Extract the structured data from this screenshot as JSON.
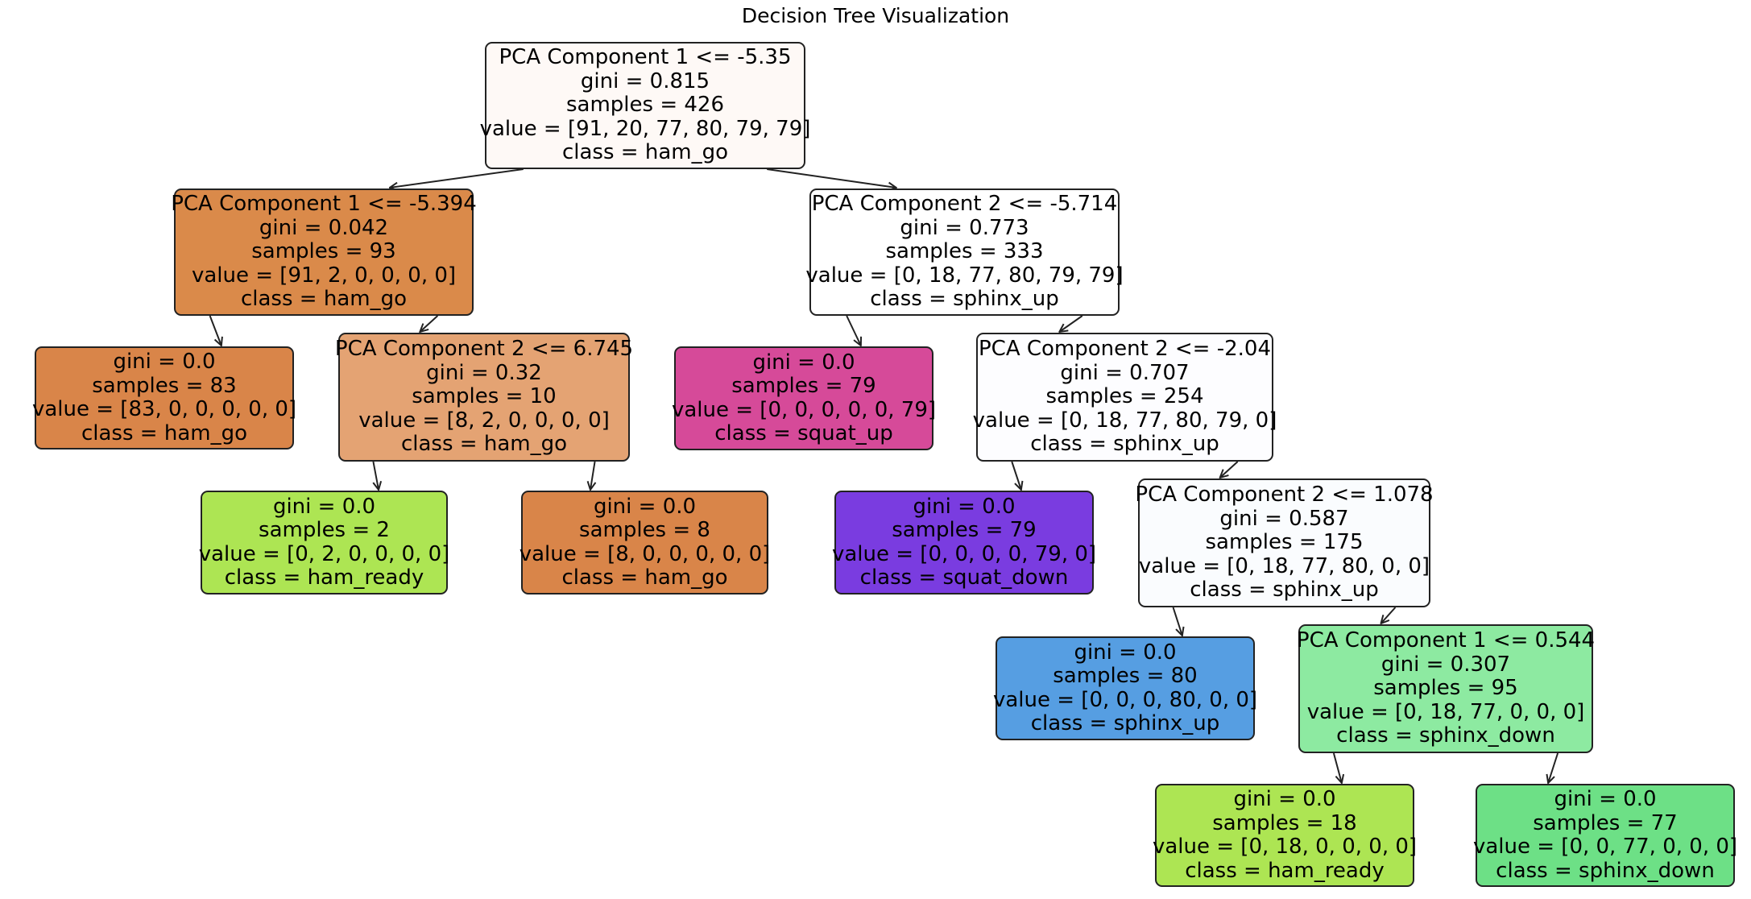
{
  "title": "Decision Tree Visualization",
  "nodes": [
    {
      "id": 0,
      "split": "PCA Component 1 <= -5.35",
      "gini": "gini = 0.815",
      "samples": "samples = 426",
      "value": "value = [91, 20, 77, 80, 79, 79]",
      "class": "class = ham_go",
      "fill": "#fef9f6"
    },
    {
      "id": 1,
      "split": "PCA Component 1 <= -5.394",
      "gini": "gini = 0.042",
      "samples": "samples = 93",
      "value": "value = [91, 2, 0, 0, 0, 0]",
      "class": "class = ham_go",
      "fill": "#da8a4a"
    },
    {
      "id": 2,
      "split": "",
      "gini": "gini = 0.0",
      "samples": "samples = 83",
      "value": "value = [83, 0, 0, 0, 0, 0]",
      "class": "class = ham_go",
      "fill": "#d98549"
    },
    {
      "id": 3,
      "split": "PCA Component 2 <= 6.745",
      "gini": "gini = 0.32",
      "samples": "samples = 10",
      "value": "value = [8, 2, 0, 0, 0, 0]",
      "class": "class = ham_go",
      "fill": "#e4a373"
    },
    {
      "id": 4,
      "split": "",
      "gini": "gini = 0.0",
      "samples": "samples = 2",
      "value": "value = [0, 2, 0, 0, 0, 0]",
      "class": "class = ham_ready",
      "fill": "#ade553"
    },
    {
      "id": 5,
      "split": "",
      "gini": "gini = 0.0",
      "samples": "samples = 8",
      "value": "value = [8, 0, 0, 0, 0, 0]",
      "class": "class = ham_go",
      "fill": "#d98549"
    },
    {
      "id": 6,
      "split": "PCA Component 2 <= -5.714",
      "gini": "gini = 0.773",
      "samples": "samples = 333",
      "value": "value = [0, 18, 77, 80, 79, 79]",
      "class": "class = sphinx_up",
      "fill": "#ffffff"
    },
    {
      "id": 7,
      "split": "",
      "gini": "gini = 0.0",
      "samples": "samples = 79",
      "value": "value = [0, 0, 0, 0, 0, 79]",
      "class": "class = squat_up",
      "fill": "#d64a99"
    },
    {
      "id": 8,
      "split": "PCA Component 2 <= -2.04",
      "gini": "gini = 0.707",
      "samples": "samples = 254",
      "value": "value = [0, 18, 77, 80, 79, 0]",
      "class": "class = sphinx_up",
      "fill": "#fdfdff"
    },
    {
      "id": 9,
      "split": "",
      "gini": "gini = 0.0",
      "samples": "samples = 79",
      "value": "value = [0, 0, 0, 0, 79, 0]",
      "class": "class = squat_down",
      "fill": "#7a3ce0"
    },
    {
      "id": 10,
      "split": "PCA Component 2 <= 1.078",
      "gini": "gini = 0.587",
      "samples": "samples = 175",
      "value": "value = [0, 18, 77, 80, 0, 0]",
      "class": "class = sphinx_up",
      "fill": "#fafcfe"
    },
    {
      "id": 11,
      "split": "",
      "gini": "gini = 0.0",
      "samples": "samples = 80",
      "value": "value = [0, 0, 0, 80, 0, 0]",
      "class": "class = sphinx_up",
      "fill": "#569ee2"
    },
    {
      "id": 12,
      "split": "PCA Component 1 <= 0.544",
      "gini": "gini = 0.307",
      "samples": "samples = 95",
      "value": "value = [0, 18, 77, 0, 0, 0]",
      "class": "class = sphinx_down",
      "fill": "#8deaa1"
    },
    {
      "id": 13,
      "split": "",
      "gini": "gini = 0.0",
      "samples": "samples = 18",
      "value": "value = [0, 18, 0, 0, 0, 0]",
      "class": "class = ham_ready",
      "fill": "#ade553"
    },
    {
      "id": 14,
      "split": "",
      "gini": "gini = 0.0",
      "samples": "samples = 77",
      "value": "value = [0, 0, 77, 0, 0, 0]",
      "class": "class = sphinx_down",
      "fill": "#6de086"
    }
  ],
  "edges": [
    [
      0,
      1
    ],
    [
      0,
      6
    ],
    [
      1,
      2
    ],
    [
      1,
      3
    ],
    [
      3,
      4
    ],
    [
      3,
      5
    ],
    [
      6,
      7
    ],
    [
      6,
      8
    ],
    [
      8,
      9
    ],
    [
      8,
      10
    ],
    [
      10,
      11
    ],
    [
      10,
      12
    ],
    [
      12,
      13
    ],
    [
      12,
      14
    ]
  ]
}
